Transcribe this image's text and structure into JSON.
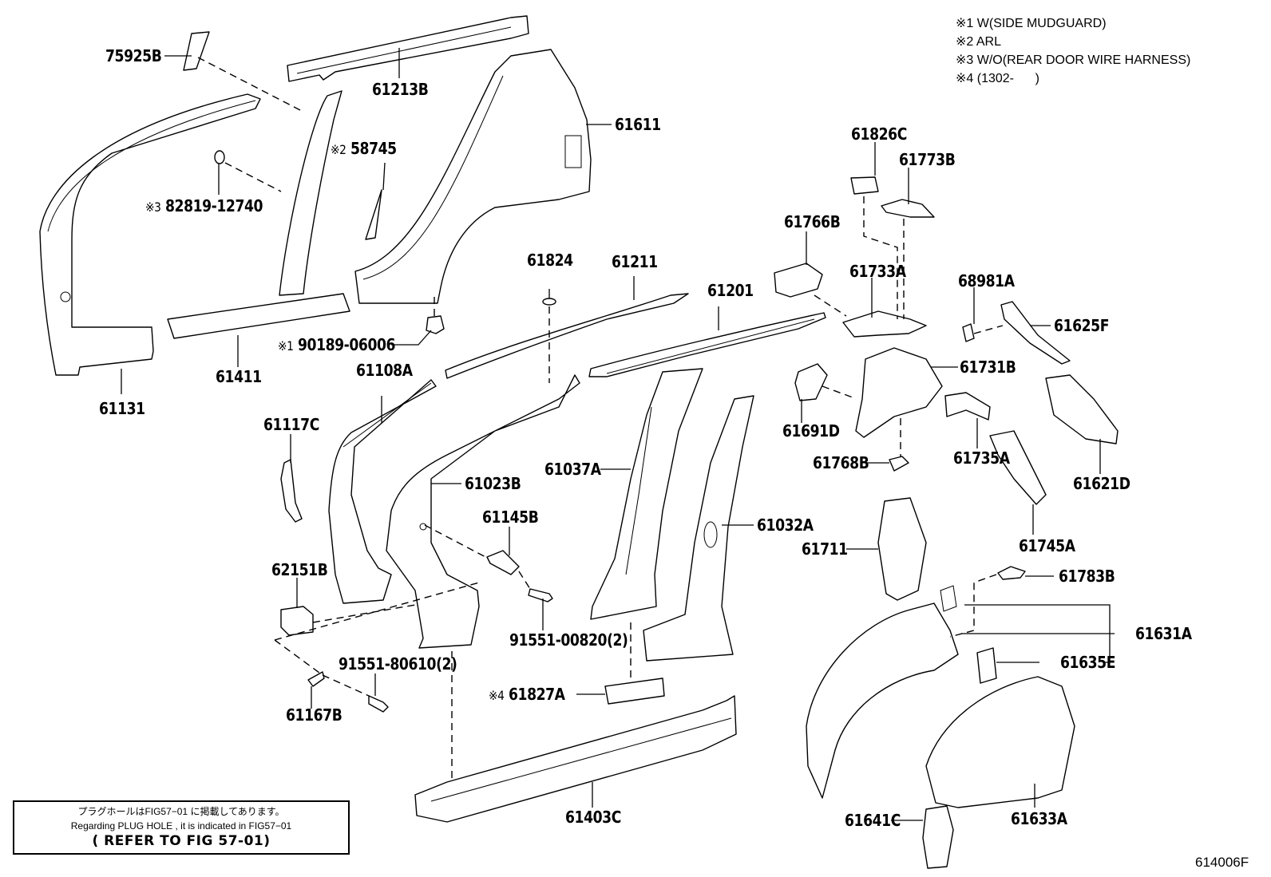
{
  "notes": [
    {
      "mark": "※1",
      "text": " W(SIDE MUDGUARD)"
    },
    {
      "mark": "※2",
      "text": " ARL"
    },
    {
      "mark": "※3",
      "text": " W/O(REAR DOOR WIRE HARNESS)"
    },
    {
      "mark": "※4",
      "text": " (1302-      )"
    }
  ],
  "reference_box": {
    "line_jp": "プラグホールはFIG57−01 に掲載してあります。",
    "line_en": "Regarding  PLUG HOLE , it is indicated in FIG57−01",
    "line_ref": "( REFER TO FIG 57-01)"
  },
  "figure_number": "614006F",
  "parts": {
    "p75925B": {
      "number": "75925B",
      "note": ""
    },
    "p61213B": {
      "number": "61213B",
      "note": ""
    },
    "p61611": {
      "number": "61611",
      "note": ""
    },
    "p58745": {
      "number": "58745",
      "note": "※2"
    },
    "p82819": {
      "number": "82819-12740",
      "note": "※3"
    },
    "p61131": {
      "number": "61131",
      "note": ""
    },
    "p61411": {
      "number": "61411",
      "note": ""
    },
    "p90189": {
      "number": "90189-06006",
      "note": "※1"
    },
    "p61824": {
      "number": "61824",
      "note": ""
    },
    "p61211": {
      "number": "61211",
      "note": ""
    },
    "p61201": {
      "number": "61201",
      "note": ""
    },
    "p61108A": {
      "number": "61108A",
      "note": ""
    },
    "p61117C": {
      "number": "61117C",
      "note": ""
    },
    "p61023B": {
      "number": "61023B",
      "note": ""
    },
    "p61037A": {
      "number": "61037A",
      "note": ""
    },
    "p61032A": {
      "number": "61032A",
      "note": ""
    },
    "p61145B": {
      "number": "61145B",
      "note": ""
    },
    "p62151B": {
      "number": "62151B",
      "note": ""
    },
    "p91551_00820": {
      "number": "91551-00820(2)",
      "note": ""
    },
    "p91551_80610": {
      "number": "91551-80610(2)",
      "note": ""
    },
    "p61167B": {
      "number": "61167B",
      "note": ""
    },
    "p61827A": {
      "number": "61827A",
      "note": "※4"
    },
    "p61403C": {
      "number": "61403C",
      "note": ""
    },
    "p61826C": {
      "number": "61826C",
      "note": ""
    },
    "p61773B": {
      "number": "61773B",
      "note": ""
    },
    "p61766B": {
      "number": "61766B",
      "note": ""
    },
    "p61733A": {
      "number": "61733A",
      "note": ""
    },
    "p68981A": {
      "number": "68981A",
      "note": ""
    },
    "p61625F": {
      "number": "61625F",
      "note": ""
    },
    "p61731B": {
      "number": "61731B",
      "note": ""
    },
    "p61691D": {
      "number": "61691D",
      "note": ""
    },
    "p61768B": {
      "number": "61768B",
      "note": ""
    },
    "p61735A": {
      "number": "61735A",
      "note": ""
    },
    "p61621D": {
      "number": "61621D",
      "note": ""
    },
    "p61745A": {
      "number": "61745A",
      "note": ""
    },
    "p61711": {
      "number": "61711",
      "note": ""
    },
    "p61783B": {
      "number": "61783B",
      "note": ""
    },
    "p61631A": {
      "number": "61631A",
      "note": ""
    },
    "p61635E": {
      "number": "61635E",
      "note": ""
    },
    "p61641C": {
      "number": "61641C",
      "note": ""
    },
    "p61633A": {
      "number": "61633A",
      "note": ""
    }
  }
}
